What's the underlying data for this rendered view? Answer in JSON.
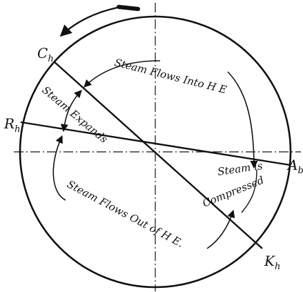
{
  "points": {
    "c": "C",
    "c_sub": "h",
    "r": "R",
    "r_sub": "h",
    "a": "A",
    "a_sub": "b",
    "k": "K",
    "k_sub": "h"
  },
  "labels": {
    "steam_flows_into": "Steam Flows Into H E",
    "steam_expands": "Steam Expands",
    "steam_is": "Steam is",
    "compressed": "Compressed",
    "steam_flows_out": "Steam Flows Out of H E."
  },
  "rotation": "counter-clockwise",
  "colors": {
    "ink": "#111111",
    "background": "#ffffff"
  }
}
